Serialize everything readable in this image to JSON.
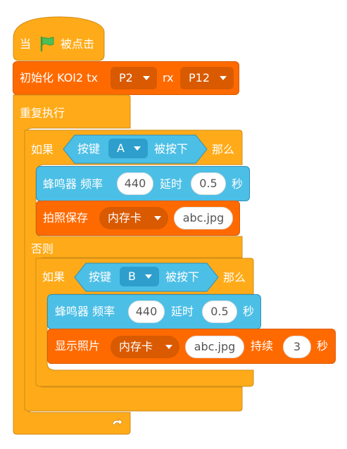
{
  "hat": {
    "label_when": "当",
    "label_clicked": "被点击",
    "flag_color": "#4cbf56"
  },
  "init": {
    "label": "初始化 KOI2 tx",
    "tx_value": "P2",
    "rx_label": "rx",
    "rx_value": "P12"
  },
  "forever": {
    "label": "重复执行"
  },
  "if1": {
    "if_label": "如果",
    "then_label": "那么",
    "cond": {
      "key_label": "按键",
      "key_value": "A",
      "pressed_label": "被按下"
    },
    "buzzer": {
      "label": "蜂鸣器 频率",
      "freq": "440",
      "delay_label": "延时",
      "delay": "0.5",
      "sec_label": "秒"
    },
    "photo": {
      "label": "拍照保存",
      "storage": "内存卡",
      "filename": "abc.jpg"
    },
    "else_label": "否则"
  },
  "if2": {
    "if_label": "如果",
    "then_label": "那么",
    "cond": {
      "key_label": "按键",
      "key_value": "B",
      "pressed_label": "被按下"
    },
    "buzzer": {
      "label": "蜂鸣器 频率",
      "freq": "440",
      "delay_label": "延时",
      "delay": "0.5",
      "sec_label": "秒"
    },
    "show": {
      "label": "显示照片",
      "storage": "内存卡",
      "filename": "abc.jpg",
      "duration_label": "持续",
      "duration": "3",
      "sec_label": "秒"
    }
  },
  "colors": {
    "control": "#ffab19",
    "control_dark": "#cf8b17",
    "hardware": "#ff6a00",
    "hardware_dark": "#d95a00",
    "sensing": "#4cbfe6",
    "sensing_dark": "#2e8eb8",
    "text_white": "#ffffff"
  }
}
